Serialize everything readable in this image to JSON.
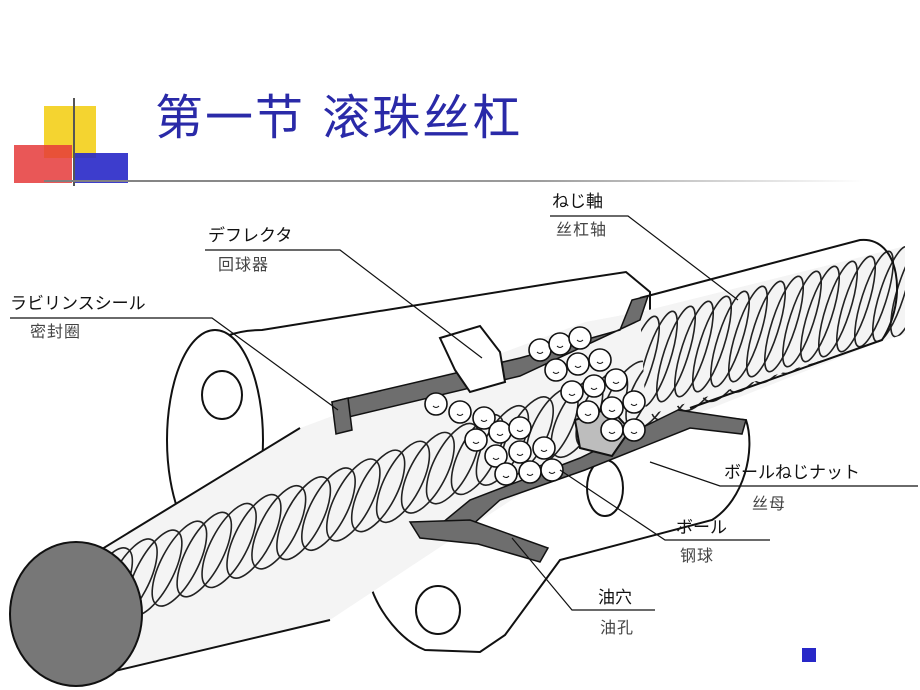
{
  "title": "第一节  滚珠丝杠",
  "labels": {
    "screw_shaft_jp": "ねじ軸",
    "screw_shaft_zh": "丝杠轴",
    "deflector_jp": "デフレクタ",
    "deflector_zh": "回球器",
    "seal_jp": "ラビリンスシール",
    "seal_zh": "密封圈",
    "nut_jp": "ボールねじナット",
    "nut_zh": "丝母",
    "ball_jp": "ボール",
    "ball_zh": "钢球",
    "oil_hole_jp": "油穴",
    "oil_hole_zh": "油孔"
  },
  "colors": {
    "title": "#2a2aa8",
    "deco_yellow": "#f4d430",
    "deco_red": "#e53a3a",
    "deco_blue": "#2828c8",
    "section_gray": "#6e6e6e",
    "shaft_end": "#777777"
  },
  "icons": {
    "slide_marker": "blue-square-icon"
  }
}
